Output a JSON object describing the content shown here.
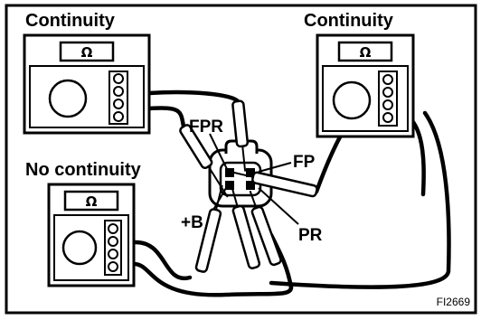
{
  "labels": {
    "top_left": "Continuity",
    "top_right": "Continuity",
    "bottom_left": "No continuity"
  },
  "terminals": {
    "fpr": "FPR",
    "fp": "FP",
    "plus_b": "+B",
    "pr": "PR"
  },
  "meter_symbol": "Ω",
  "figure_code": "FI2669"
}
